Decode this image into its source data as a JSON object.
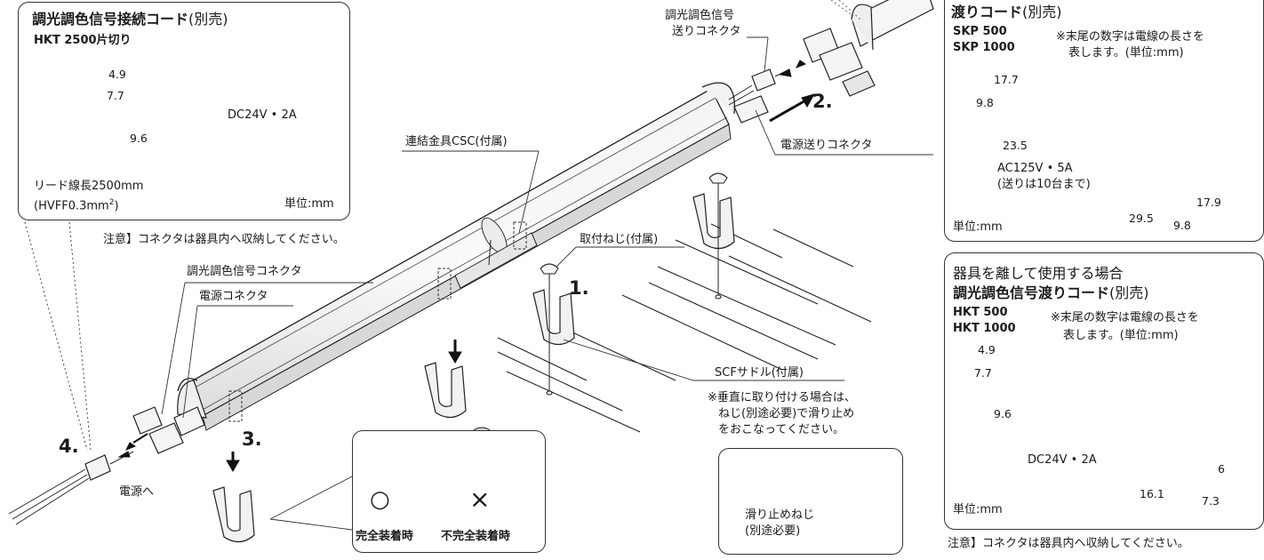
{
  "top_left_box": {
    "title_bold": "調光調色信号接続コード",
    "title_paren": "(別売)",
    "model": "HKT 2500片切り",
    "dims": [
      "4.9",
      "7.7",
      "9.6"
    ],
    "rating": "DC24V • 2A",
    "lead_length": "リード線長2500mm",
    "lead_spec_pre": "(HVFF0.3mm",
    "lead_spec_sup": "2",
    "lead_spec_post": ")",
    "unit": "単位:mm"
  },
  "note_left": "注意】コネクタは器具内へ収納してください。",
  "labels": {
    "signal_connector": "調光調色信号コネクタ",
    "power_connector": "電源コネクタ",
    "coupling": "連結金具CSC(付属)",
    "screw": "取付ねじ(付属)",
    "signal_send": [
      "調光調色信号",
      "送りコネクタ"
    ],
    "power_send": "電源送りコネクタ",
    "saddle": "SCFサドル(付属)",
    "vertical_note": [
      "※垂直に取り付ける場合は、",
      "ねじ(別途必要)で滑り止め",
      "をおこなってください。"
    ],
    "to_power": "電源へ",
    "antislip": [
      "滑り止めねじ",
      "(別途必要)"
    ]
  },
  "steps": [
    "1.",
    "2.",
    "3.",
    "4."
  ],
  "mount_box": {
    "ok_label": "完全装着時",
    "ng_label": "不完全装着時",
    "ok_symbol": "○",
    "ng_symbol": "×"
  },
  "right_top_box": {
    "title_bold": "渡りコード",
    "title_paren": "(別売)",
    "models": [
      "SKP 500",
      "SKP 1000"
    ],
    "note": [
      "※末尾の数字は電線の長さを",
      "表します。(単位:mm)"
    ],
    "dims": [
      "17.7",
      "9.8",
      "23.5",
      "17.9",
      "29.5",
      "9.8"
    ],
    "rating": [
      "AC125V • 5A",
      "(送りは10台まで)"
    ],
    "unit": "単位:mm"
  },
  "right_bottom_box": {
    "heading": "器具を離して使用する場合",
    "title_bold": "調光調色信号渡りコード",
    "title_paren": "(別売)",
    "models": [
      "HKT 500",
      "HKT 1000"
    ],
    "note": [
      "※末尾の数字は電線の長さを",
      "表します。(単位:mm)"
    ],
    "dims": [
      "4.9",
      "7.7",
      "9.6",
      "6",
      "16.1",
      "7.3"
    ],
    "rating": "DC24V • 2A",
    "unit": "単位:mm"
  },
  "note_right": "注意】コネクタは器具内へ収納してください。"
}
